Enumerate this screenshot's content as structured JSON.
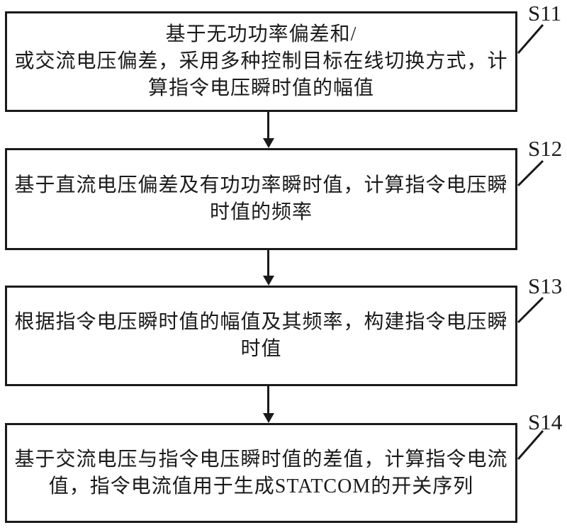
{
  "figure": {
    "type": "flowchart",
    "colors": {
      "line": "#1a1a1a",
      "background": "#ffffff",
      "text": "#1a1a1a"
    },
    "steps": [
      {
        "label": "S11",
        "lines": [
          "基于无功功率偏差和/",
          "或交流电压偏差，采用多种控制目标在线切换方式，计",
          "算指令电压瞬时值的幅值"
        ]
      },
      {
        "label": "S12",
        "lines": [
          "基于直流电压偏差及有功功率瞬时值，计算指令电压瞬",
          "时值的频率"
        ]
      },
      {
        "label": "S13",
        "lines": [
          "根据指令电压瞬时值的幅值及其频率，构建指令电压瞬",
          "时值"
        ]
      },
      {
        "label": "S14",
        "lines": [
          "基于交流电压与指令电压瞬时值的差值，计算指令电流",
          "值，指令电流值用于生成STATCOM的开关序列"
        ]
      }
    ]
  }
}
